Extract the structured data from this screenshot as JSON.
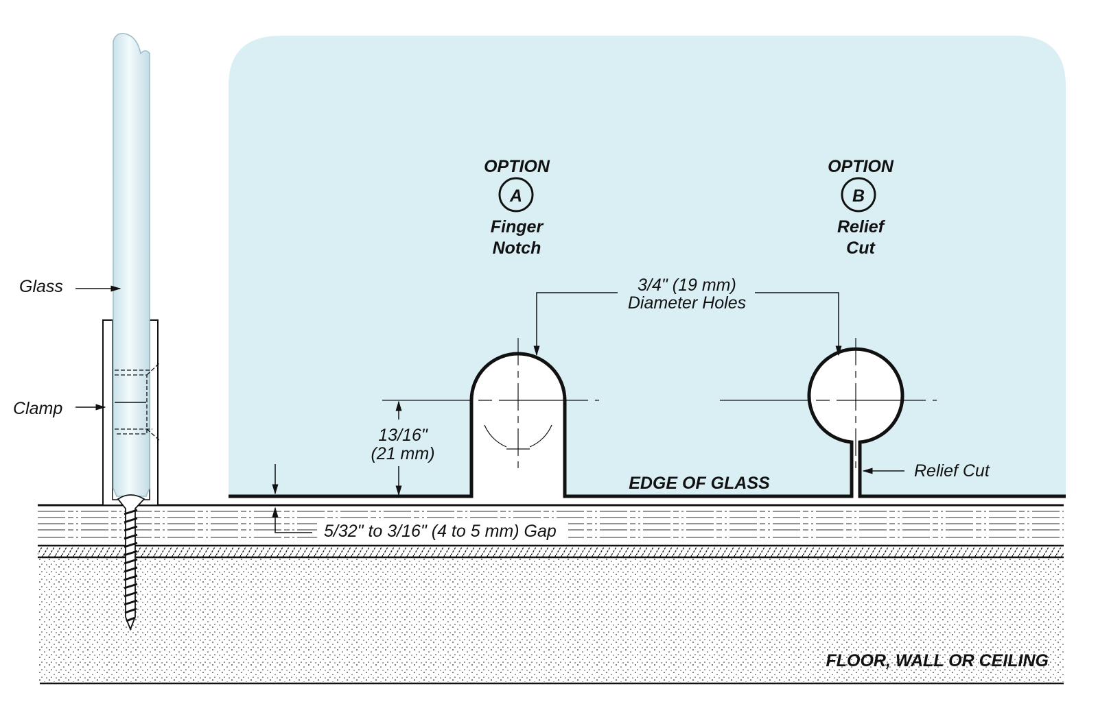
{
  "labels": {
    "glass": "Glass",
    "clamp": "Clamp",
    "option_a": {
      "heading": "OPTION",
      "letter": "A",
      "line1": "Finger",
      "line2": "Notch"
    },
    "option_b": {
      "heading": "OPTION",
      "letter": "B",
      "line1": "Relief",
      "line2": "Cut"
    },
    "hole_diameter": "3/4\" (19 mm)",
    "hole_caption": "Diameter Holes",
    "notch_height_in": "13/16\"",
    "notch_height_mm": "(21 mm)",
    "edge_of_glass": "EDGE OF GLASS",
    "relief_cut": "Relief Cut",
    "gap": "5/32\" to 3/16\" (4 to 5 mm) Gap",
    "surface": "FLOOR, WALL OR CEILING"
  },
  "colors": {
    "glass": "#daeff4",
    "line": "#111111"
  }
}
